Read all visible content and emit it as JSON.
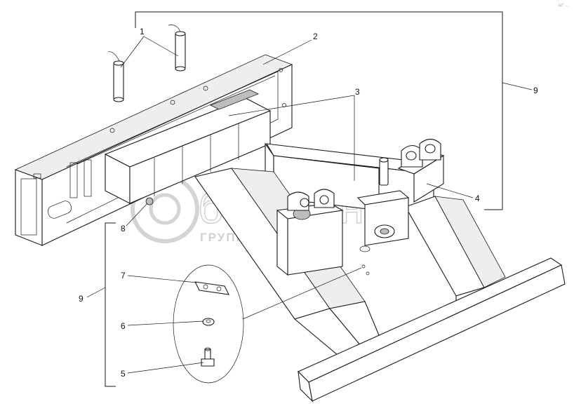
{
  "callouts": {
    "c1": "1",
    "c2": "2",
    "c3": "3",
    "c4": "4",
    "c5": "5",
    "c6": "6",
    "c7": "7",
    "c8": "8",
    "c9_right": "9",
    "c9_left": "9"
  },
  "watermark": {
    "brand": "белтехно",
    "tagline": "ГРУППА КОМПАНИЙ"
  },
  "corner_mark": "ш° ..."
}
